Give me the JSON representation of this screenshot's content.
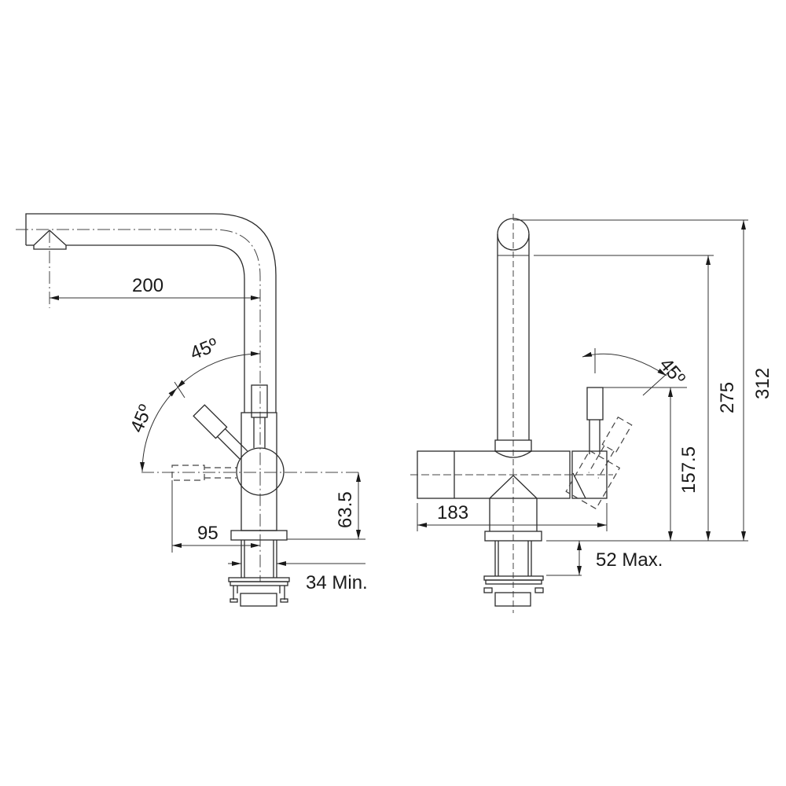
{
  "drawing": {
    "subject": "Kitchen faucet technical dimension drawing",
    "colors": {
      "line": "#2b2b2b",
      "background": "#ffffff"
    }
  },
  "side_view": {
    "dimensions": {
      "spout_reach": "200",
      "handle_angle_upper": "45º",
      "handle_angle_lower": "45º",
      "handle_height": "63.5",
      "handle_reach": "95",
      "hole_diameter": "34 Min."
    }
  },
  "front_view": {
    "dimensions": {
      "total_height": "312",
      "spout_height": "275",
      "handle_height": "157.5",
      "handle_angle": "45º",
      "body_width": "183",
      "countertop_thickness": "52 Max."
    }
  }
}
